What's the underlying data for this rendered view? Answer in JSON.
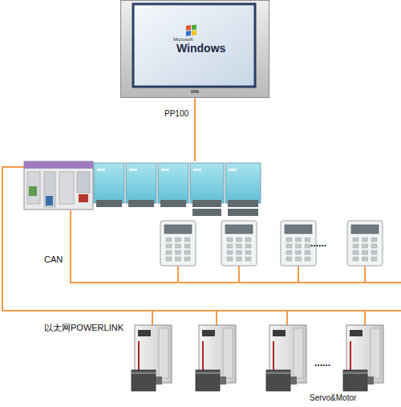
{
  "diagram": {
    "nodes": [
      {
        "text": [
          "Microsoft",
          "Windows",
          "PP100"
        ]
      }
    ],
    "labels": [
      "CAN",
      "以太网POWERLINK",
      "......",
      "Servo&Motor",
      "......"
    ]
  }
}
